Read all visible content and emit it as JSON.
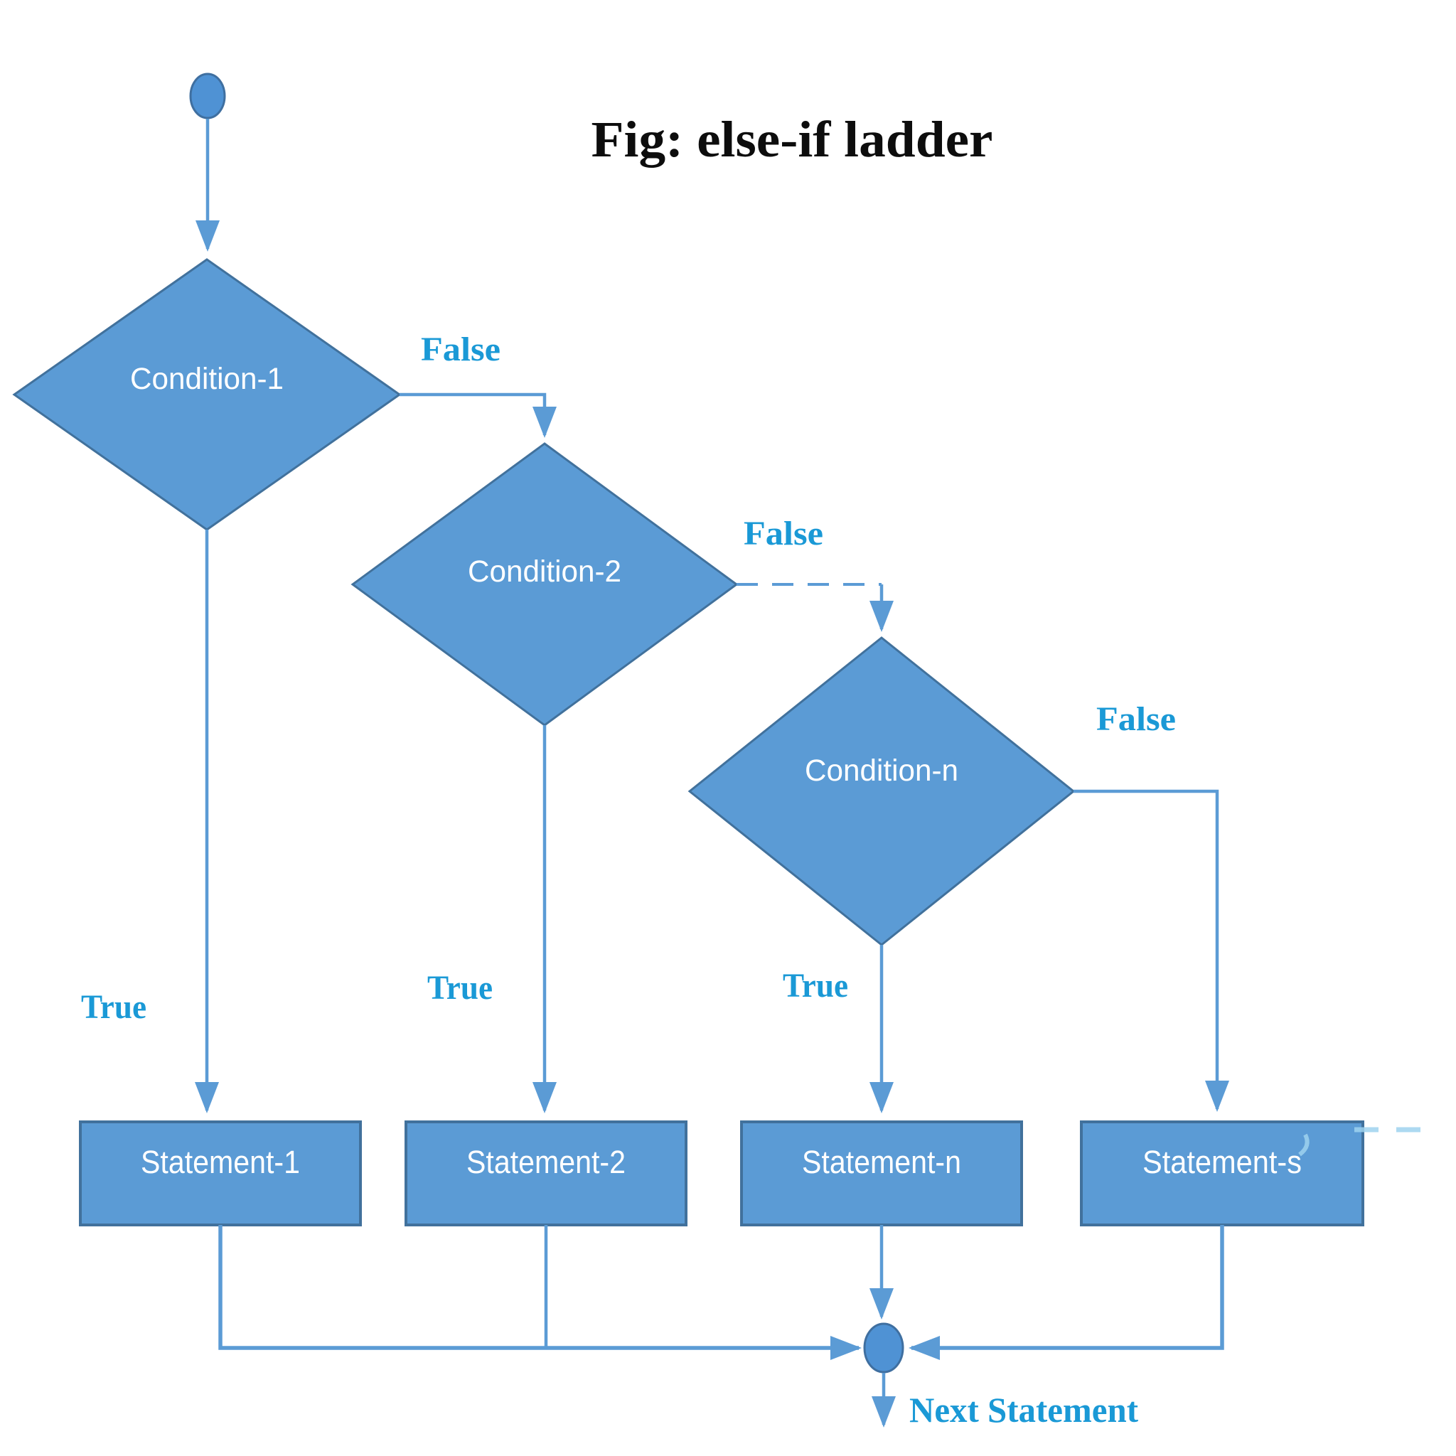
{
  "title": "Fig: else-if ladder",
  "colors": {
    "shape_fill": "#5b9bd5",
    "shape_border": "#41719c",
    "connector": "#5b9bd5",
    "label_blue": "#1a99d6",
    "node_text": "#ffffff",
    "title_color": "#0d0d0d"
  },
  "nodes": {
    "start": {
      "type": "start-terminal"
    },
    "condition1": {
      "label": "Condition-1"
    },
    "condition2": {
      "label": "Condition-2"
    },
    "condition_n": {
      "label": "Condition-n"
    },
    "statement1": {
      "label": "Statement-1"
    },
    "statement2": {
      "label": "Statement-2"
    },
    "statement_n": {
      "label": "Statement-n"
    },
    "statement_s": {
      "label": "Statement-s"
    },
    "merge": {
      "type": "junction"
    }
  },
  "edges": {
    "false1": "False",
    "false2": "False",
    "false3": "False",
    "true1": "True",
    "true2": "True",
    "true3": "True",
    "next_statement": "Next Statement"
  }
}
